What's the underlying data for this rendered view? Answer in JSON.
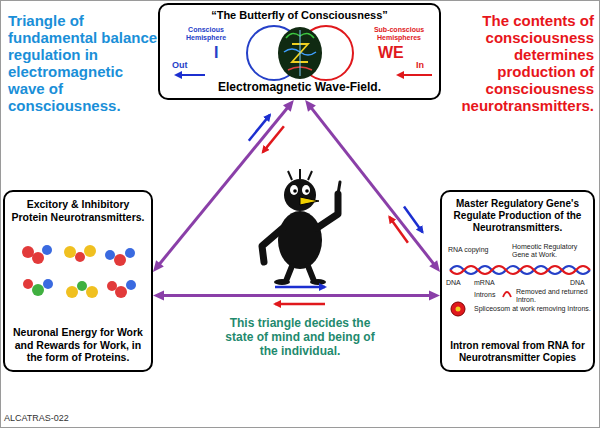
{
  "diagram": {
    "nodes": [
      {
        "text": [
          "“The Butterfly of Consciousness”",
          "Electromagnetic Wave-Field."
        ]
      },
      {
        "text": [
          "Excitory & Inhibitory Protein Neurotransmitters.",
          "Neuronal Energy for Work and Rewards for Work, in the form of Proteins."
        ]
      },
      {
        "text": [
          "Master Regulatory Gene's Regulate Production of the Neurotransmitters.",
          "Intron removal from RNA for Neurotransmitter Copies"
        ]
      }
    ],
    "edges": [
      {
        "from": 0,
        "to": 1,
        "arrow": "both"
      },
      {
        "from": 0,
        "to": 2,
        "arrow": "both"
      },
      {
        "from": 1,
        "to": 2,
        "arrow": "both"
      }
    ],
    "labels": [
      "Triangle of fundamental balance regulation in electromagnetic wave of consciousness.",
      "The contents of consciousness determines production of consciousness neurotransmitters.",
      "Conscious Hemisphere",
      "Sub-conscious Hemispheres",
      "I",
      "WE",
      "Out",
      "In",
      "RNA copying",
      "Homeotic Regulatory Gene at Work.",
      "DNA",
      "mRNA",
      "DNA",
      "Removed and returned Intron.",
      "Introns",
      "Spliceosom at work removing Introns.",
      "This triangle decides the state of mind and being of the individual.",
      "ALCATRAS-022"
    ]
  }
}
